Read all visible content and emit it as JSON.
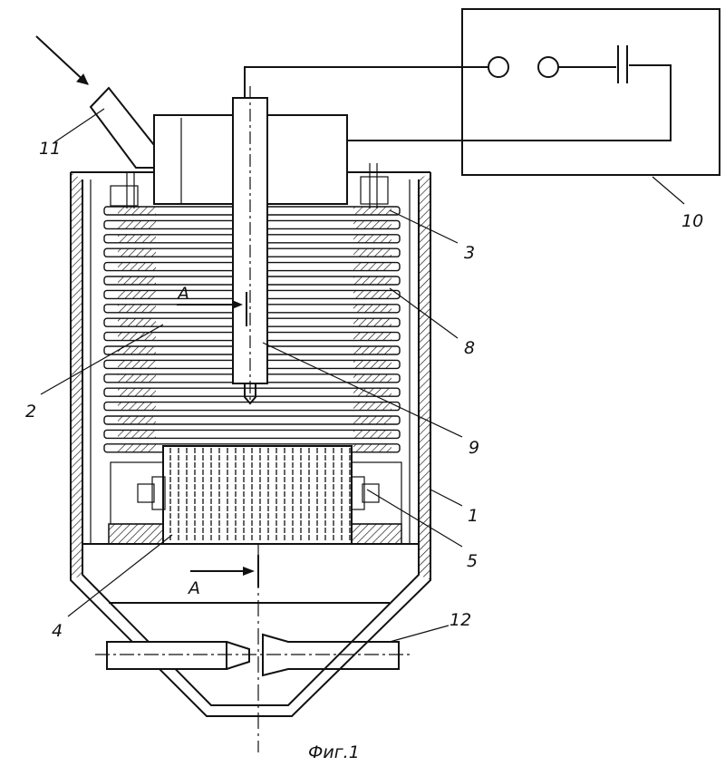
{
  "labels": {
    "n1": "1",
    "n2": "2",
    "n3": "3",
    "n4": "4",
    "n5": "5",
    "n8": "8",
    "n9": "9",
    "n10": "10",
    "n11": "11",
    "n12": "12",
    "section_top": "A",
    "section_bottom": "A"
  },
  "caption": "Фиг.1"
}
